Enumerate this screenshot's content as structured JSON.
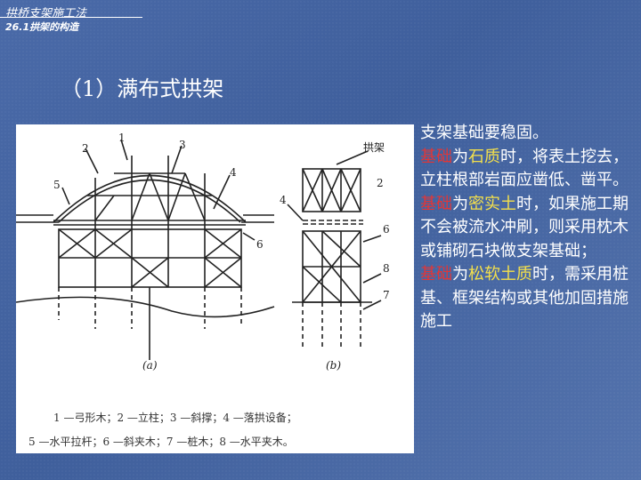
{
  "header": {
    "course": "拱桥支架施工法",
    "section": "26.1拱架的构造"
  },
  "title": "（1）满布式拱架",
  "figure": {
    "label_a": "(a)",
    "label_b": "(b)",
    "left_numbers": [
      "1",
      "2",
      "3",
      "4",
      "5",
      "6"
    ],
    "right_numbers": [
      "2",
      "4",
      "6",
      "8",
      "7"
    ],
    "arch_label": "拱架",
    "caption_line1": "1 —弓形木；2 —立柱；3 —斜撑；4 —落拱设备；",
    "caption_line2": "5 —水平拉杆；6 —斜夹木；7 —桩木；8 —水平夹木。"
  },
  "body": {
    "p1": "支架基础要稳固。",
    "p2_a": "基础",
    "p2_b": "为",
    "p2_c": "石质",
    "p2_d": "时，将表土挖去，立柱根部岩面应凿低、凿平。",
    "p3_a": "基础",
    "p3_b": "为",
    "p3_c": "密实土",
    "p3_d": "时，如果施工期不会被流水冲刷，则采用枕木或铺砌石块做支架基础；",
    "p4_a": "基础",
    "p4_b": "为",
    "p4_c": "松软土质",
    "p4_d": "时，需采用桩基、框架结构或其他加固措施施工"
  },
  "colors": {
    "background": "#4565a3",
    "highlight_red": "#e23636",
    "highlight_yellow": "#f4e04b"
  }
}
